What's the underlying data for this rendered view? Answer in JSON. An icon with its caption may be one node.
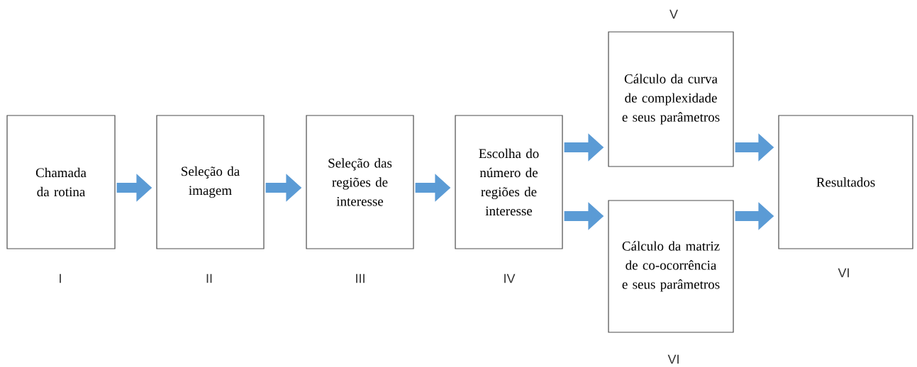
{
  "diagram": {
    "nodes": [
      {
        "text": [
          "Chamada da rotina"
        ],
        "beside": [
          "I"
        ]
      },
      {
        "text": [
          "Seleção da imagem"
        ],
        "beside": [
          "II"
        ]
      },
      {
        "text": [
          "Seleção das regiões de interesse"
        ],
        "beside": [
          "III"
        ]
      },
      {
        "text": [
          "Escolha do número de regiões de interesse"
        ],
        "beside": [
          "IV"
        ]
      },
      {
        "text": [
          "Cálculo da curva de complexidade e seus parâmetros"
        ],
        "beside": [
          "V"
        ]
      },
      {
        "text": [
          "Cálculo da matriz de co-ocorrência e seus parâmetros"
        ],
        "beside": [
          "VI"
        ]
      },
      {
        "text": [
          "Resultados"
        ],
        "beside": [
          "VI"
        ]
      }
    ],
    "edges": [
      {
        "from": 0,
        "to": 1,
        "arrow": "to"
      },
      {
        "from": 1,
        "to": 2,
        "arrow": "to"
      },
      {
        "from": 2,
        "to": 3,
        "arrow": "to"
      },
      {
        "from": 3,
        "to": 4,
        "arrow": "to"
      },
      {
        "from": 3,
        "to": 5,
        "arrow": "to"
      },
      {
        "from": 4,
        "to": 6,
        "arrow": "to"
      },
      {
        "from": 5,
        "to": 6,
        "arrow": "to"
      }
    ]
  }
}
